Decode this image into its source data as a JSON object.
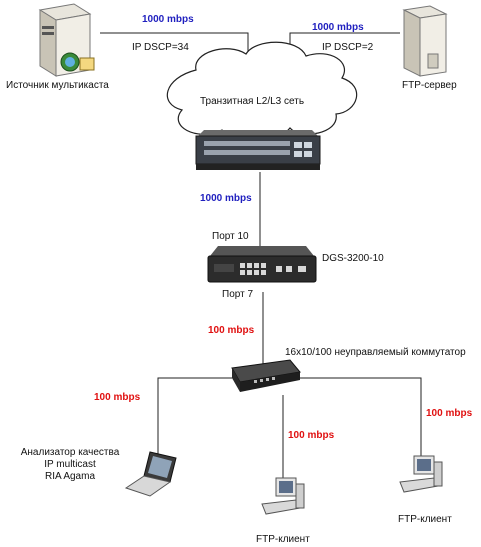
{
  "nodes": {
    "multicast_source": {
      "label": "Источник мультикаста",
      "link_speed": "1000 mbps",
      "dscp": "IP DSCP=34"
    },
    "ftp_server": {
      "label": "FTP-сервер",
      "link_speed": "1000 mbps",
      "dscp": "IP DSCP=2"
    },
    "transit_network": {
      "label": "Транзитная L2/L3 сеть"
    },
    "dgs_switch": {
      "label": "DGS-3200-10",
      "port_in": "Порт 10",
      "port_out": "Порт 7",
      "uplink_speed": "1000 mbps"
    },
    "unmanaged_switch": {
      "label": "16x10/100 неуправляемый коммутатор",
      "uplink_speed": "100 mbps"
    },
    "analyzer": {
      "label_line1": "Анализатор качества",
      "label_line2": "IP multicast",
      "label_line3": "RIA Agama",
      "link_speed": "100 mbps"
    },
    "ftp_client_1": {
      "label": "FTP-клиент",
      "link_speed": "100 mbps"
    },
    "ftp_client_2": {
      "label": "FTP-клиент",
      "link_speed": "100 mbps"
    }
  },
  "colors": {
    "speed_gigabit": "#1f1fbf",
    "speed_fast": "#e01010",
    "line": "#222222"
  }
}
